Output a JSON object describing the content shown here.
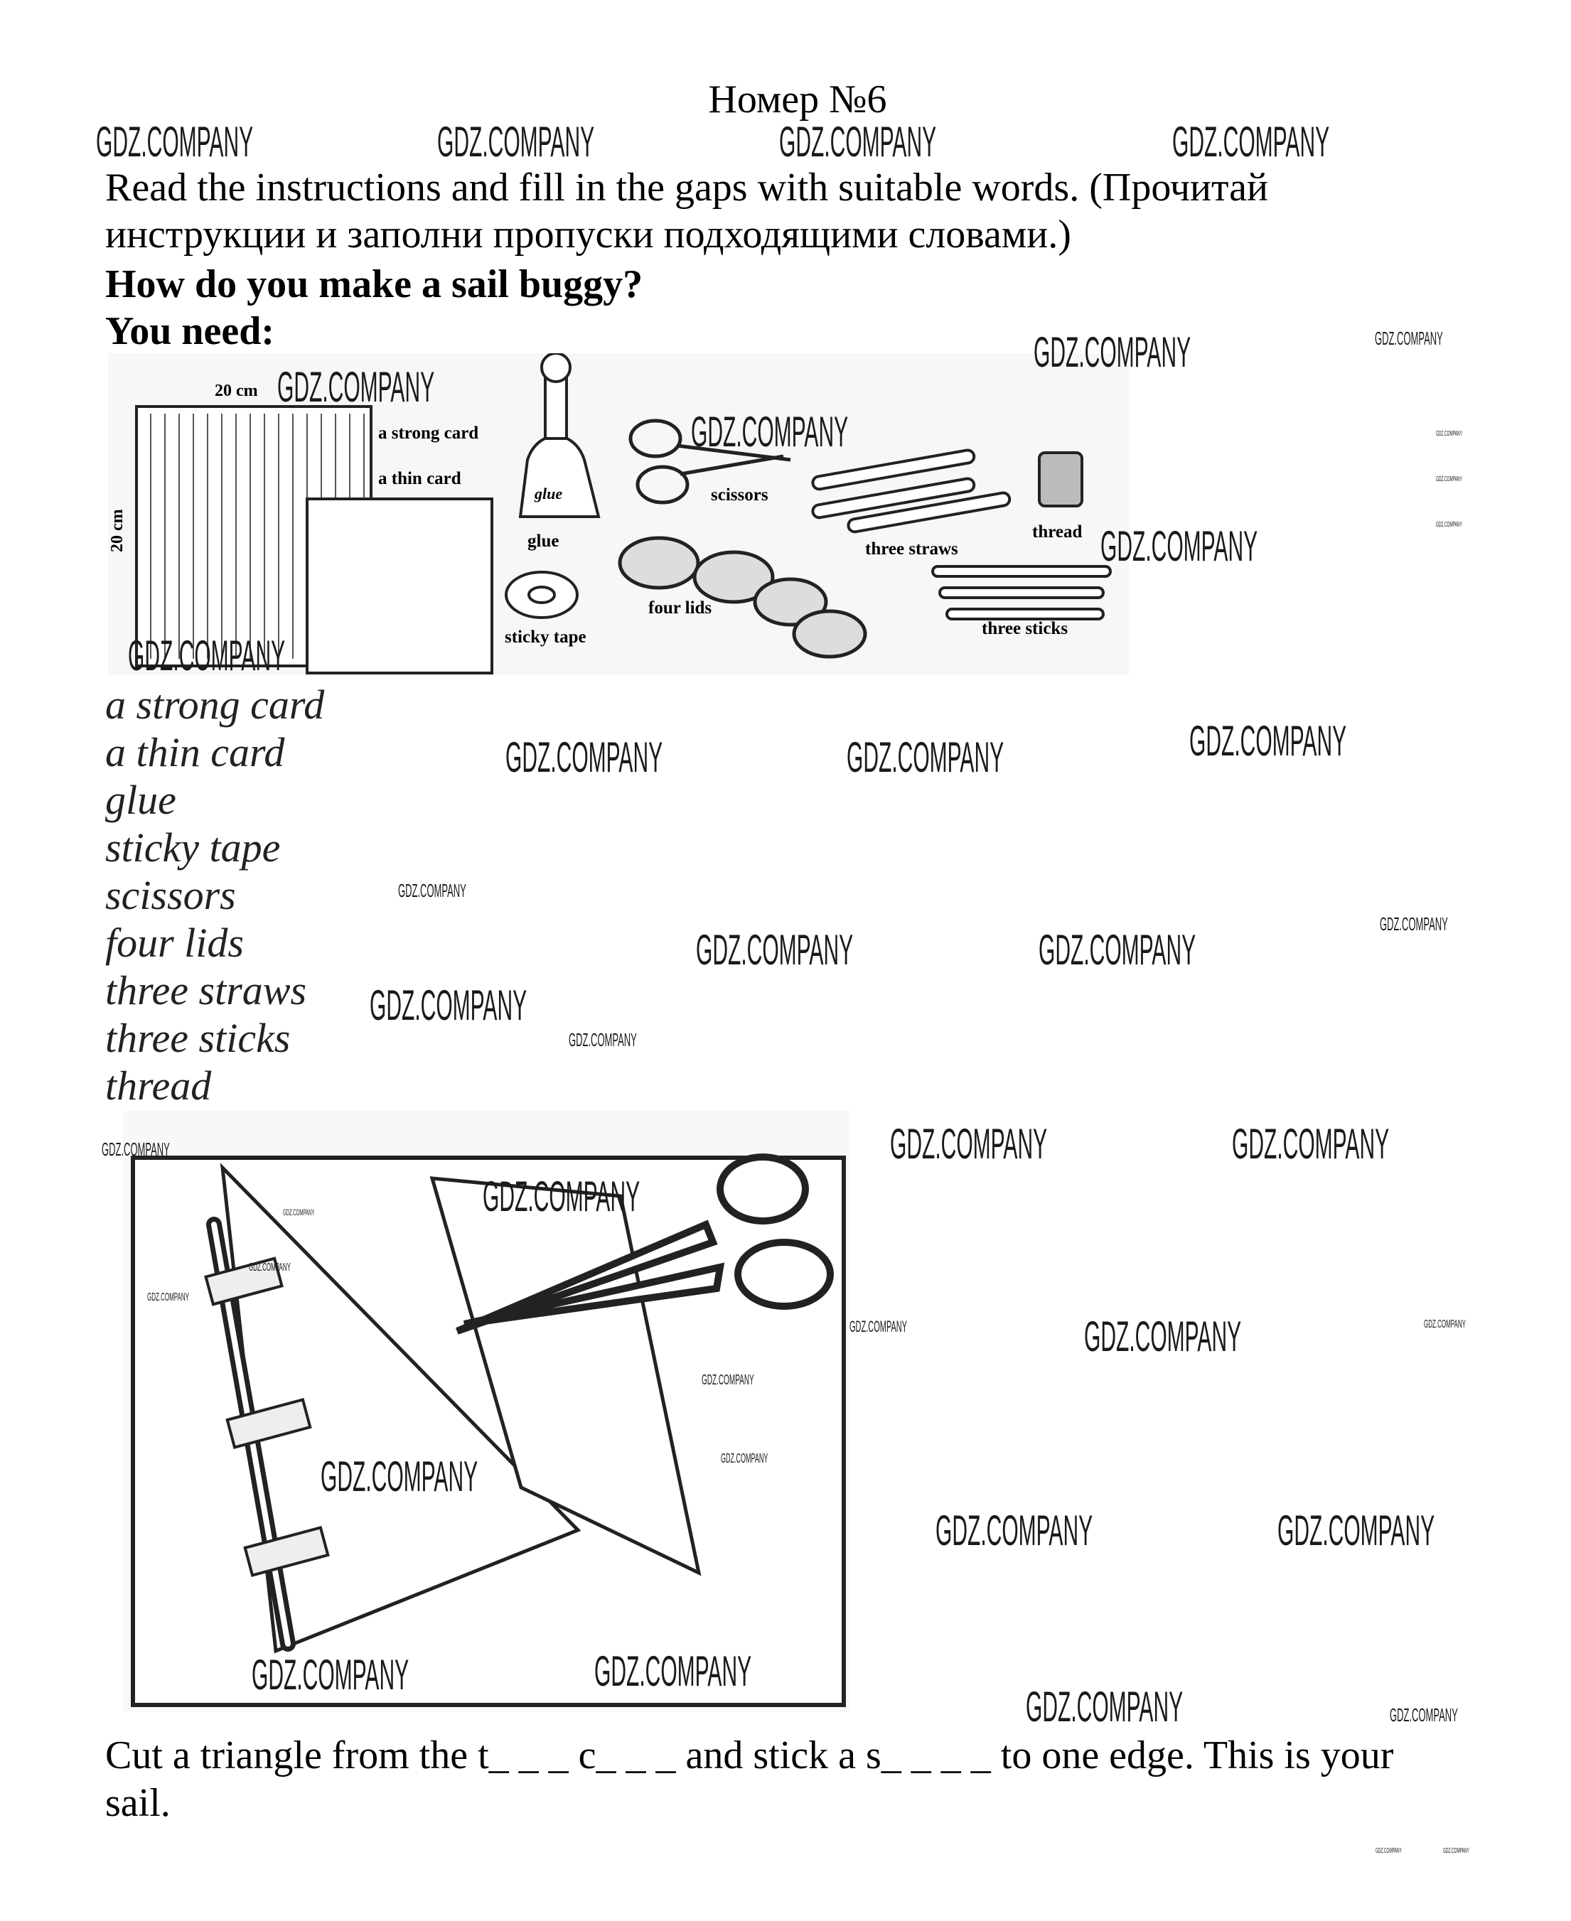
{
  "title": "Номер №6",
  "instructions": {
    "line1": "Read the instructions and fill in the gaps with suitable words. (Прочитай",
    "line2": "инструкции и заполни пропуски подходящими словами.)"
  },
  "question": "How do you make a sail buggy?",
  "you_need_label": "You need:",
  "figure1_labels": {
    "size_top": "20 cm",
    "size_side": "20 cm",
    "strong_card": "a strong card",
    "thin_card": "a thin card",
    "glue": "glue",
    "glue_bottle": "glue",
    "sticky_tape": "sticky tape",
    "scissors": "scissors",
    "four_lids": "four lids",
    "three_straws": "three straws",
    "thread": "thread",
    "three_sticks": "three sticks"
  },
  "items": [
    "a strong card",
    "a thin card",
    "glue",
    "sticky tape",
    "scissors",
    "four lids",
    "three straws",
    "three sticks",
    "thread"
  ],
  "exercise": {
    "line1": "Cut a triangle from the t_ _ _ c_ _ _ and stick a s_ _ _ _ to one edge. This is your",
    "line2": "sail."
  },
  "watermark": "GDZ.COMPANY"
}
